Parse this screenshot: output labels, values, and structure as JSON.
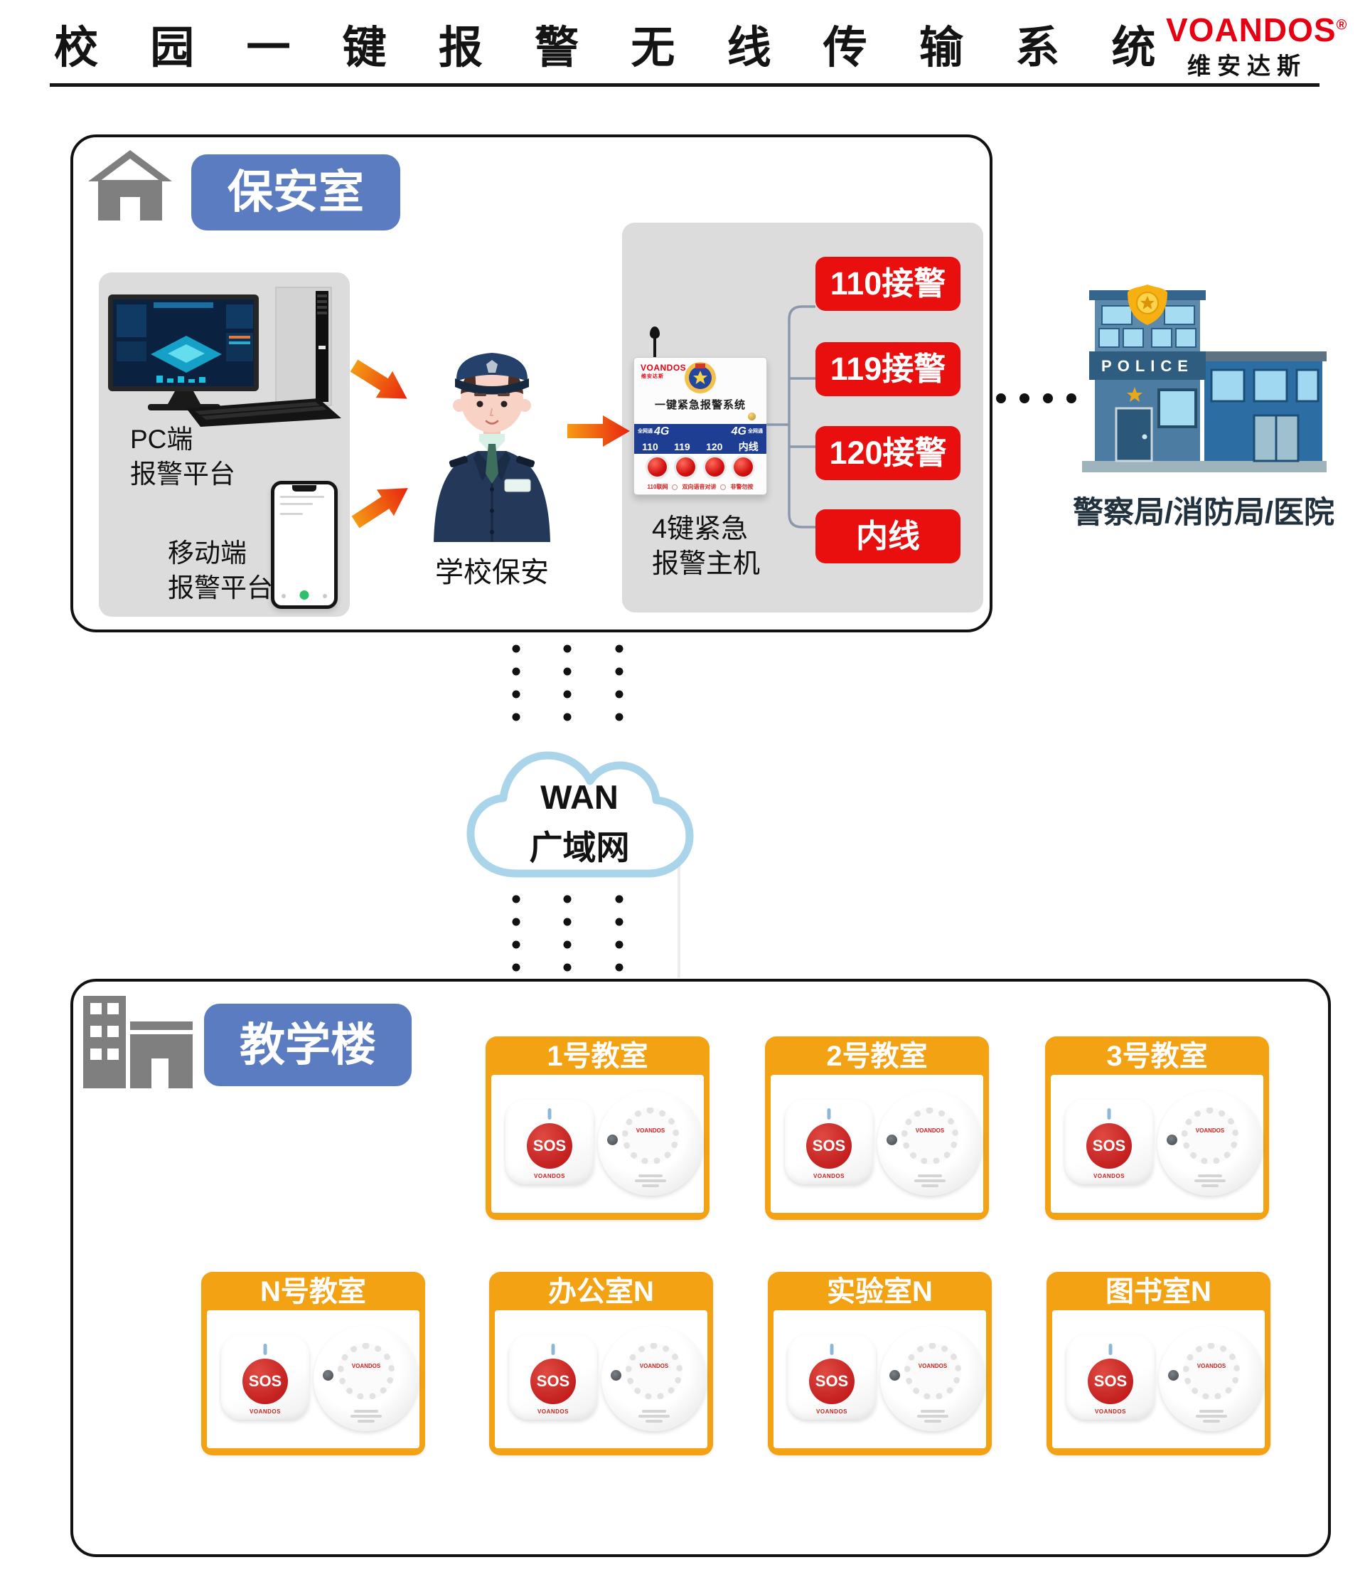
{
  "header": {
    "title": "校 园 一 键 报 警 无 线 传 输 系 统",
    "logo": {
      "brand": "VOANDOS",
      "reg": "®",
      "brand_cn": "维安达斯"
    }
  },
  "security_room": {
    "label": "保安室",
    "pc_platform": {
      "line1": "PC端",
      "line2": "报警平台"
    },
    "mobile_platform": {
      "line1": "移动端",
      "line2": "报警平台"
    },
    "guard_label": "学校保安",
    "host_label": {
      "line1": "4键紧急",
      "line2": "报警主机"
    },
    "host_device": {
      "brand": "VOANDOS",
      "brand_cn": "维安达斯",
      "panel_title": "一键紧急报警系统",
      "net_left_small": "全网通",
      "net_left_big": "4G",
      "net_right_big": "4G",
      "net_right_small": "全网通",
      "keys": [
        "110",
        "119",
        "120",
        "内线"
      ],
      "notes": [
        "110联网",
        "双向语音对讲",
        "非警勿按"
      ]
    },
    "alarm_buttons": [
      "110接警",
      "119接警",
      "120接警",
      "内线"
    ],
    "police": {
      "sign": "POLICE",
      "label": "警察局/消防局/医院"
    }
  },
  "wan": {
    "line1": "WAN",
    "line2": "广域网"
  },
  "teaching_building": {
    "label": "教学楼",
    "rooms": [
      "1号教室",
      "2号教室",
      "3号教室",
      "N号教室",
      "办公室N",
      "实验室N",
      "图书室N"
    ]
  },
  "devices": {
    "sos_button_label": "SOS",
    "brand": "VOANDOS"
  },
  "colors": {
    "accent_blue": "#5b7cc0",
    "alarm_red": "#e90f0f",
    "card_orange": "#f3a213",
    "cloud_blue": "#a9d4ea",
    "brand_red": "#e60012",
    "panel_gray": "#dcdcdc"
  }
}
